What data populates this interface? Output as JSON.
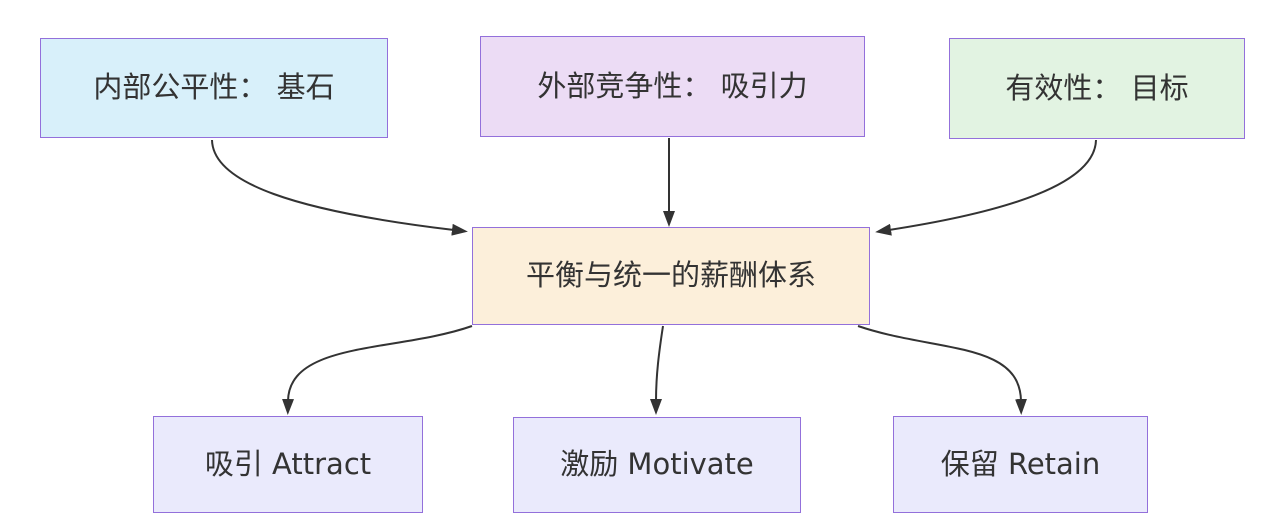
{
  "diagram": {
    "type": "flowchart",
    "background_color": "#ffffff",
    "line_color": "#333333",
    "text_color": "#333333",
    "nodes": {
      "internal_equity": {
        "label": "内部公平性： 基石",
        "fill": "#d8f0fa",
        "border": "#9370db"
      },
      "external_competitiveness": {
        "label": "外部竞争性： 吸引力",
        "fill": "#ecdcf5",
        "border": "#9370db"
      },
      "effectiveness": {
        "label": "有效性： 目标",
        "fill": "#e2f3e2",
        "border": "#9370db"
      },
      "core": {
        "label": "平衡与统一的薪酬体系",
        "fill": "#fcefda",
        "border": "#9370db"
      },
      "attract": {
        "label": "吸引 Attract",
        "fill": "#eaeafc",
        "border": "#9370db"
      },
      "motivate": {
        "label": "激励 Motivate",
        "fill": "#eaeafc",
        "border": "#9370db"
      },
      "retain": {
        "label": "保留 Retain",
        "fill": "#eaeafc",
        "border": "#9370db"
      }
    },
    "edges": [
      {
        "from": "internal_equity",
        "to": "core"
      },
      {
        "from": "external_competitiveness",
        "to": "core"
      },
      {
        "from": "effectiveness",
        "to": "core"
      },
      {
        "from": "core",
        "to": "attract"
      },
      {
        "from": "core",
        "to": "motivate"
      },
      {
        "from": "core",
        "to": "retain"
      }
    ]
  }
}
